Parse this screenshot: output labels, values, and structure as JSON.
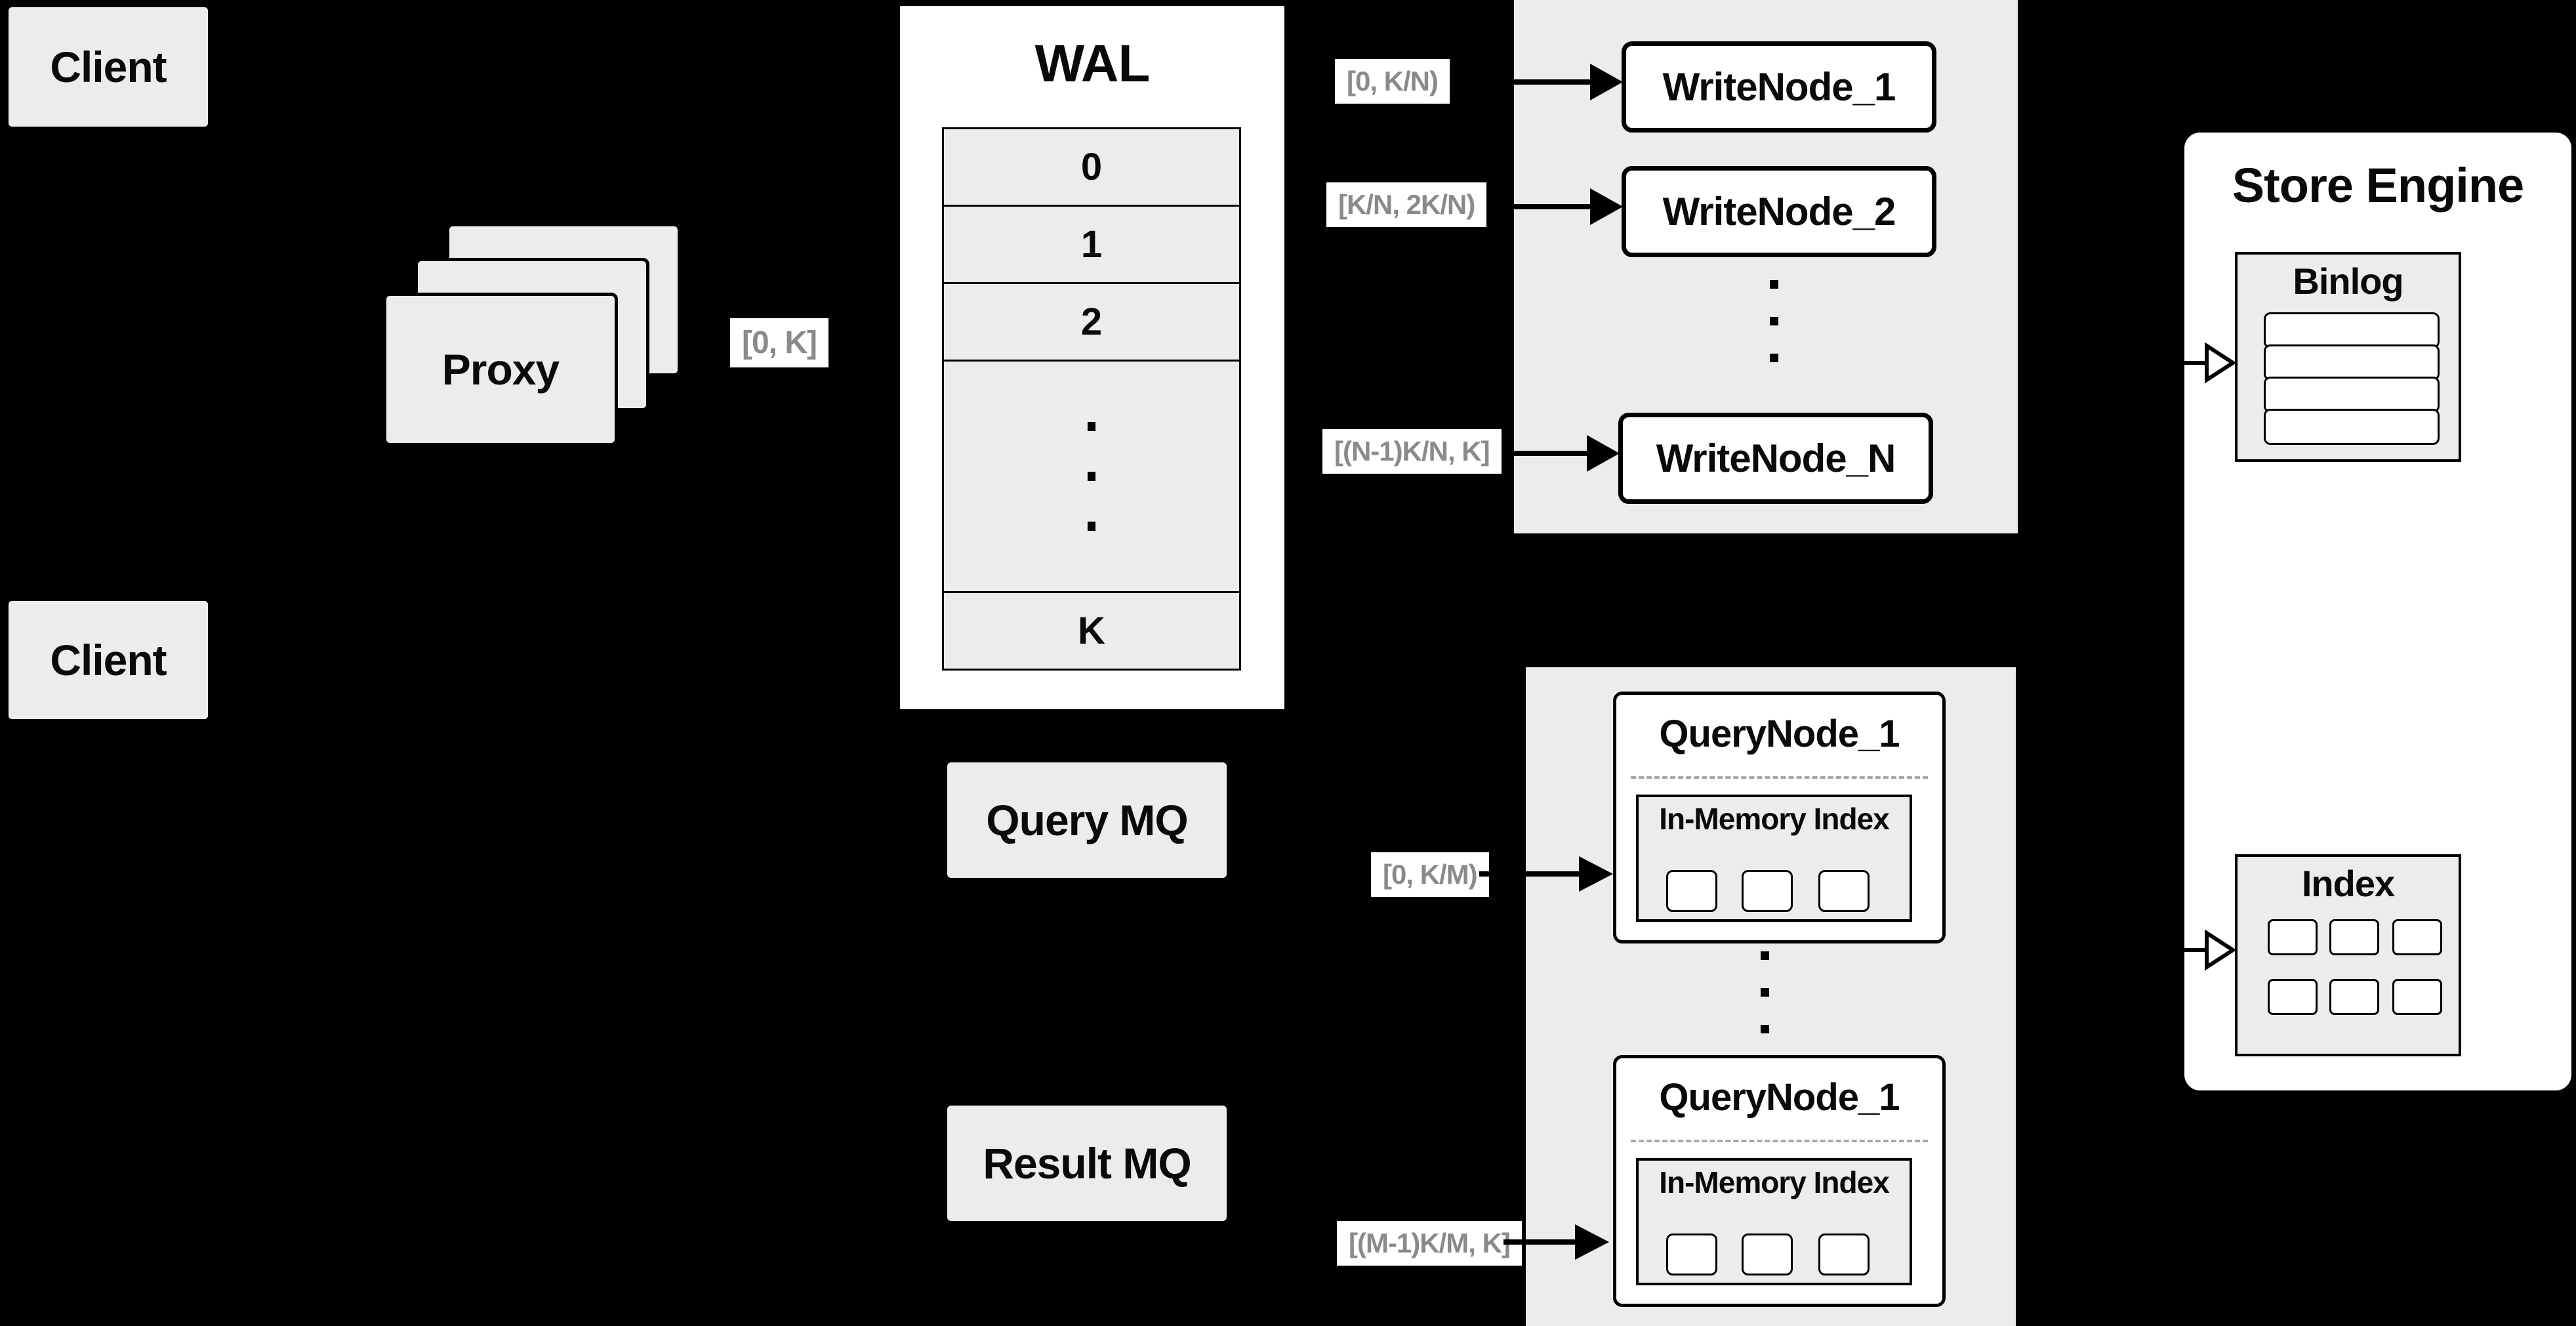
{
  "clients": {
    "top": "Client",
    "bottom": "Client"
  },
  "proxy": {
    "label": "Proxy"
  },
  "labels": {
    "proxy_to_wal": "[0, K]",
    "wal_to_writenode_1": "[0, K/N)",
    "wal_to_writenode_2": "[K/N, 2K/N)",
    "wal_to_writenode_n": "[(N-1)K/N, K]",
    "mq_to_querynode_top": "[0, K/M)",
    "mq_to_querynode_bottom": "[(M-1)K/M, K]"
  },
  "wal": {
    "title": "WAL",
    "rows": [
      "0",
      "1",
      "2"
    ],
    "last_row": "K"
  },
  "write_nodes": [
    "WriteNode_1",
    "WriteNode_2",
    "WriteNode_N"
  ],
  "store_engine": {
    "title": "Store Engine",
    "binlog_title": "Binlog",
    "index_title": "Index"
  },
  "mq": {
    "query": "Query MQ",
    "result": "Result MQ"
  },
  "query_nodes": {
    "top": {
      "title": "QueryNode_1",
      "inner_title": "In-Memory Index"
    },
    "bottom": {
      "title": "QueryNode_1",
      "inner_title": "In-Memory Index"
    }
  },
  "colors": {
    "background": "#000000",
    "box_fill": "#ececec",
    "node_fill": "#ffffff",
    "border": "#000000",
    "range_text": "#8a8a8a"
  }
}
